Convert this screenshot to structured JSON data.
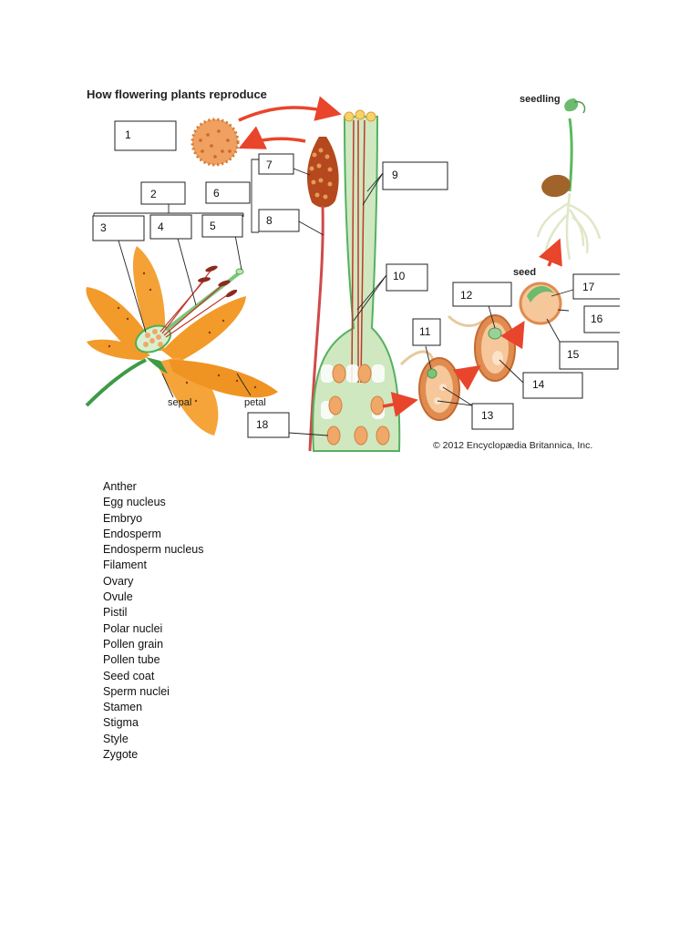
{
  "diagram": {
    "title": "How flowering plants reproduce",
    "labels": {
      "seedling": "seedling",
      "seed": "seed",
      "sepal": "sepal",
      "petal": "petal"
    },
    "copyright": "© 2012 Encyclopædia Britannica, Inc.",
    "boxes": [
      "1",
      "2",
      "3",
      "4",
      "5",
      "6",
      "7",
      "8",
      "9",
      "10",
      "11",
      "12",
      "13",
      "14",
      "15",
      "16",
      "17",
      "18"
    ]
  },
  "word_bank": [
    "Anther",
    "Egg nucleus",
    "Embryo",
    "Endosperm",
    "Endosperm nucleus",
    "Filament",
    "Ovary",
    "Ovule",
    "Pistil",
    "Polar nuclei",
    "Pollen grain",
    "Pollen tube",
    "Seed coat",
    "Sperm nuclei",
    "Stamen",
    "Stigma",
    "Style",
    "Zygote"
  ],
  "colors": {
    "petal": "#f39a2c",
    "petal_dark": "#e07c12",
    "stem_green": "#4caf50",
    "pistil_green": "#cfe8c0",
    "pollen": "#e8924a",
    "arrow_red": "#e8452c",
    "ovule": "#f0a868"
  }
}
